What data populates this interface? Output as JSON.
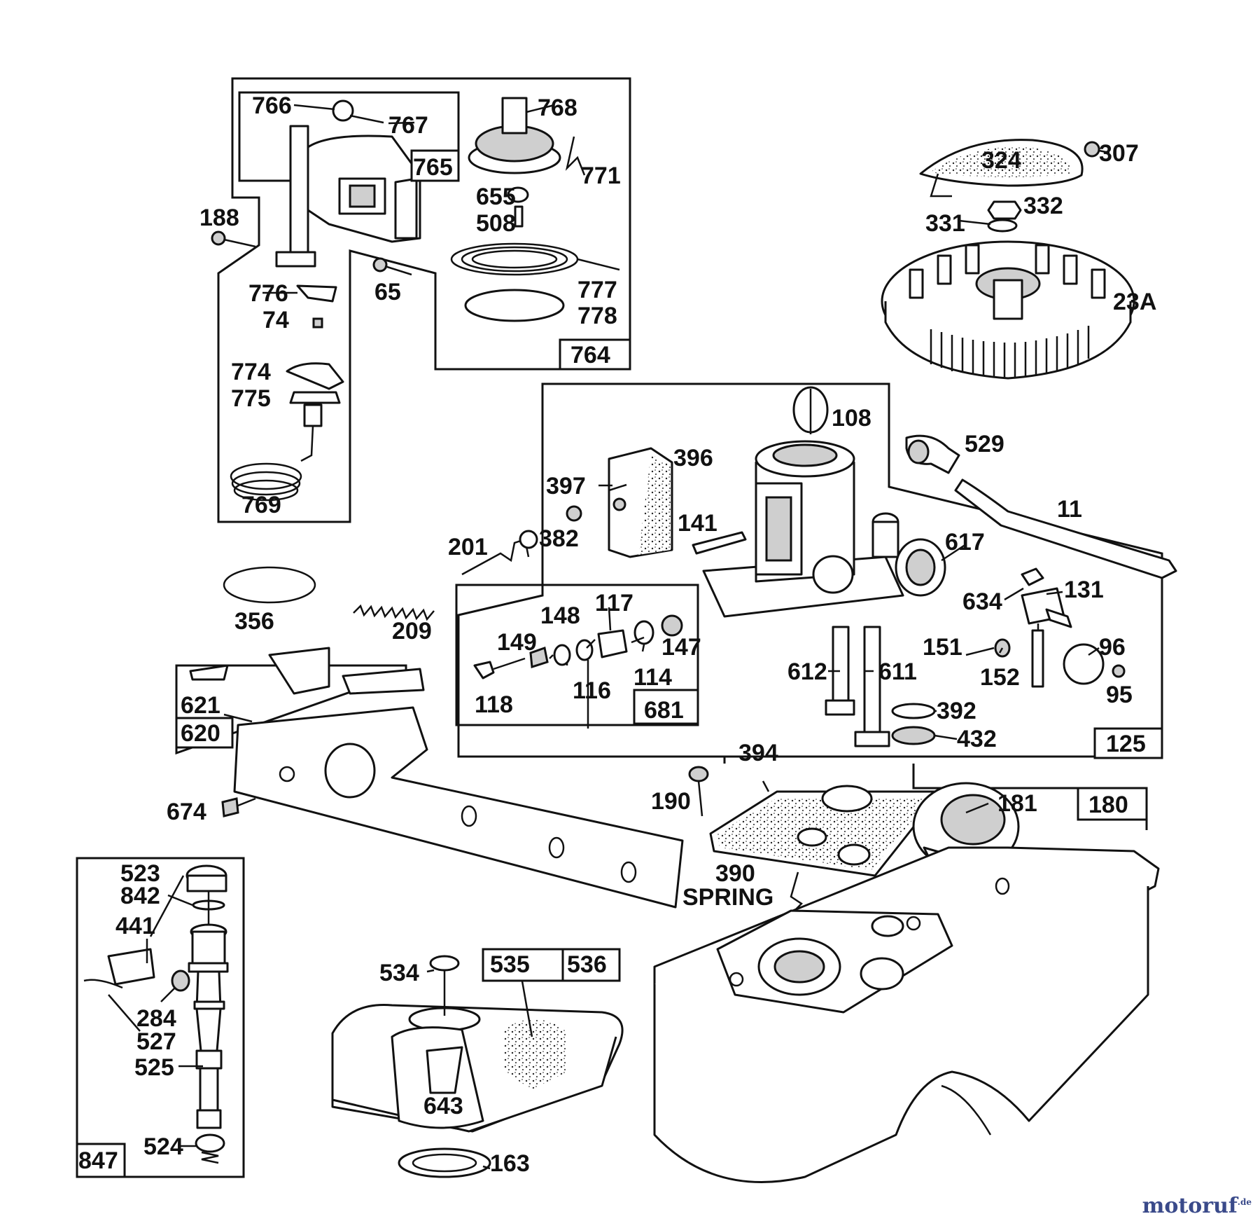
{
  "watermark": {
    "brand": "motoruf",
    "tld": ".de"
  },
  "labels": {
    "l766": "766",
    "l767": "767",
    "l765": "765",
    "l768": "768",
    "l771": "771",
    "l655": "655",
    "l508": "508",
    "l777": "777",
    "l778": "778",
    "l764": "764",
    "l188": "188",
    "l776": "776",
    "l74": "74",
    "l65": "65",
    "l774": "774",
    "l775": "775",
    "l769": "769",
    "l324": "324",
    "l307": "307",
    "l331": "331",
    "l332": "332",
    "l23A": "23A",
    "l108": "108",
    "l529": "529",
    "l11": "11",
    "l396": "396",
    "l397": "397",
    "l141": "141",
    "l617": "617",
    "l201": "201",
    "l382": "382",
    "l634": "634",
    "l131": "131",
    "l356": "356",
    "l209": "209",
    "l117": "117",
    "l148": "148",
    "l149": "149",
    "l147": "147",
    "l114": "114",
    "l116": "116",
    "l118": "118",
    "l681": "681",
    "l612": "612",
    "l611": "611",
    "l151": "151",
    "l152": "152",
    "l96": "96",
    "l95": "95",
    "l392": "392",
    "l432": "432",
    "l125": "125",
    "l621": "621",
    "l620": "620",
    "l674": "674",
    "l394": "394",
    "l190": "190",
    "l181": "181",
    "l180": "180",
    "l390": "390",
    "lspring": "SPRING",
    "l523": "523",
    "l842": "842",
    "l441": "441",
    "l284": "284",
    "l527": "527",
    "l525": "525",
    "l524": "524",
    "l847": "847",
    "l534": "534",
    "l535": "535",
    "l536": "536",
    "l643": "643",
    "l163": "163"
  }
}
